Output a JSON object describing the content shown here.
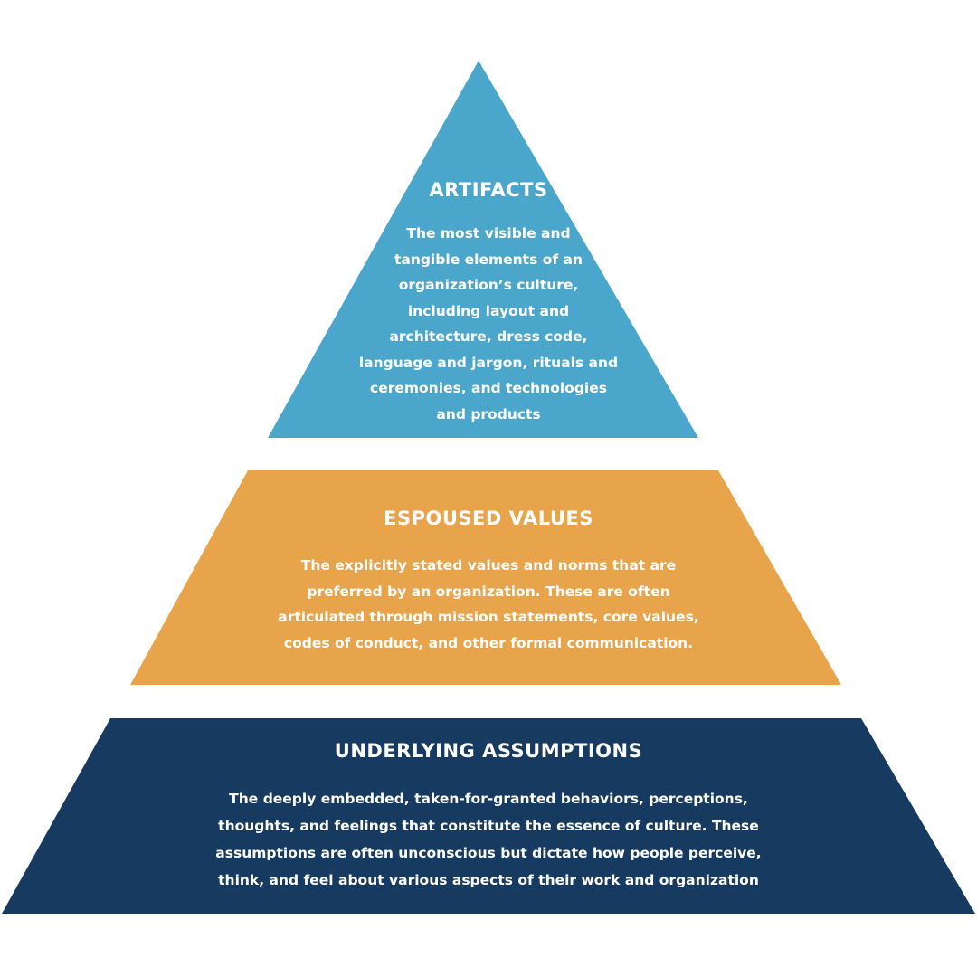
{
  "colors": {
    "artifacts": "#4ba6cc",
    "espoused_values": "#e8a44a",
    "underlying_assumptions": "#163a60",
    "text": "#ffffff"
  },
  "layers": {
    "artifacts": {
      "title": "ARTIFACTS",
      "description": [
        "The most visible and",
        "tangible elements of an",
        "organization’s culture,",
        "including layout and",
        "architecture, dress code,",
        "language and jargon, rituals and",
        "ceremonies,  and technologies",
        "and products"
      ]
    },
    "espoused_values": {
      "title": "ESPOUSED VALUES",
      "description": [
        "The explicitly stated values and norms that are",
        "preferred by an organization. These are often",
        "articulated through mission statements, core values,",
        "codes of conduct, and other formal communication."
      ]
    },
    "underlying_assumptions": {
      "title": "UNDERLYING ASSUMPTIONS",
      "description": [
        "The deeply embedded, taken-for-granted behaviors, perceptions,",
        "thoughts, and feelings that constitute the essence of culture. These",
        "assumptions are often unconscious but dictate how people perceive,",
        "think, and feel about various aspects of their work and organization"
      ]
    }
  }
}
